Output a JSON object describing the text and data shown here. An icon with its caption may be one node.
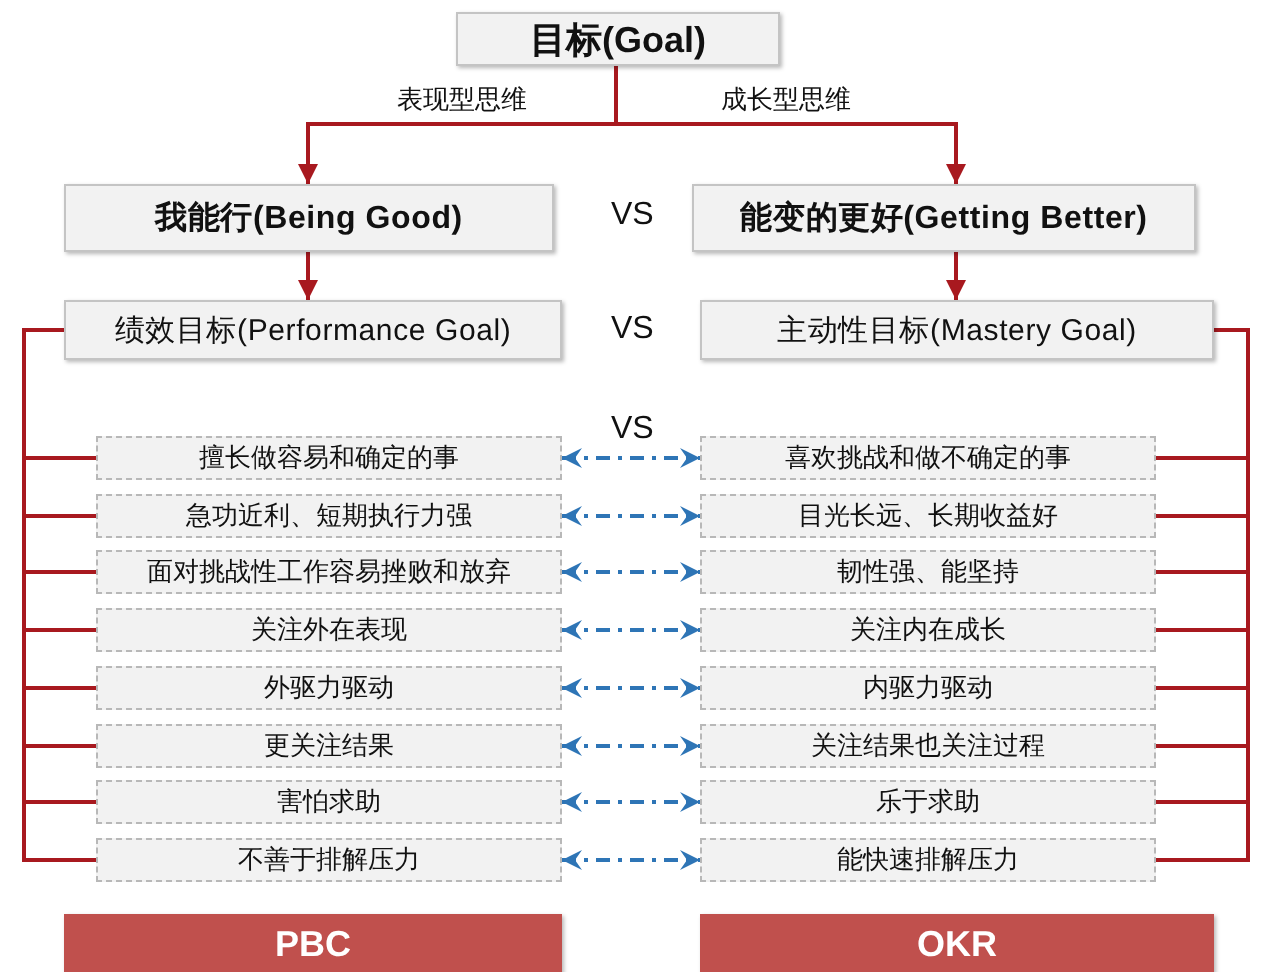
{
  "diagram": {
    "nodes": [
      {
        "text": [
          "目标(Goal)"
        ]
      },
      {
        "text": [
          "我能行(Being Good)"
        ]
      },
      {
        "text": [
          "能变的更好(Getting Better)"
        ]
      },
      {
        "text": [
          "绩效目标(Performance Goal)"
        ]
      },
      {
        "text": [
          "主动性目标(Mastery Goal)"
        ]
      },
      {
        "text": [
          "擅长做容易和确定的事"
        ]
      },
      {
        "text": [
          "喜欢挑战和做不确定的事"
        ]
      },
      {
        "text": [
          "急功近利、短期执行力强"
        ]
      },
      {
        "text": [
          "目光长远、长期收益好"
        ]
      },
      {
        "text": [
          "面对挑战性工作容易挫败和放弃"
        ]
      },
      {
        "text": [
          "韧性强、能坚持"
        ]
      },
      {
        "text": [
          "关注外在表现"
        ]
      },
      {
        "text": [
          "关注内在成长"
        ]
      },
      {
        "text": [
          "外驱力驱动"
        ]
      },
      {
        "text": [
          "内驱力驱动"
        ]
      },
      {
        "text": [
          "更关注结果"
        ]
      },
      {
        "text": [
          "关注结果也关注过程"
        ]
      },
      {
        "text": [
          "害怕求助"
        ]
      },
      {
        "text": [
          "乐于求助"
        ]
      },
      {
        "text": [
          "不善于排解压力"
        ]
      },
      {
        "text": [
          "能快速排解压力"
        ]
      },
      {
        "text": [
          "PBC"
        ]
      },
      {
        "text": [
          "OKR"
        ]
      }
    ],
    "edges": [
      {
        "from": 0,
        "to": 1,
        "arrow": "to",
        "label": "表现型思维"
      },
      {
        "from": 0,
        "to": 2,
        "arrow": "to",
        "label": "成长型思维"
      },
      {
        "from": 1,
        "to": 3,
        "arrow": "to"
      },
      {
        "from": 2,
        "to": 4,
        "arrow": "to"
      },
      {
        "from": 3,
        "to": 5,
        "arrow": "none"
      },
      {
        "from": 3,
        "to": 7,
        "arrow": "none"
      },
      {
        "from": 3,
        "to": 9,
        "arrow": "none"
      },
      {
        "from": 3,
        "to": 11,
        "arrow": "none"
      },
      {
        "from": 3,
        "to": 13,
        "arrow": "none"
      },
      {
        "from": 3,
        "to": 15,
        "arrow": "none"
      },
      {
        "from": 3,
        "to": 17,
        "arrow": "none"
      },
      {
        "from": 3,
        "to": 19,
        "arrow": "none"
      },
      {
        "from": 4,
        "to": 6,
        "arrow": "none"
      },
      {
        "from": 4,
        "to": 8,
        "arrow": "none"
      },
      {
        "from": 4,
        "to": 10,
        "arrow": "none"
      },
      {
        "from": 4,
        "to": 12,
        "arrow": "none"
      },
      {
        "from": 4,
        "to": 14,
        "arrow": "none"
      },
      {
        "from": 4,
        "to": 16,
        "arrow": "none"
      },
      {
        "from": 4,
        "to": 18,
        "arrow": "none"
      },
      {
        "from": 4,
        "to": 20,
        "arrow": "none"
      },
      {
        "from": 5,
        "to": 6,
        "arrow": "both",
        "style": "dashed",
        "color": "#2e75b6"
      },
      {
        "from": 7,
        "to": 8,
        "arrow": "both",
        "style": "dashed",
        "color": "#2e75b6"
      },
      {
        "from": 9,
        "to": 10,
        "arrow": "both",
        "style": "dashed",
        "color": "#2e75b6"
      },
      {
        "from": 11,
        "to": 12,
        "arrow": "both",
        "style": "dashed",
        "color": "#2e75b6"
      },
      {
        "from": 13,
        "to": 14,
        "arrow": "both",
        "style": "dashed",
        "color": "#2e75b6"
      },
      {
        "from": 15,
        "to": 16,
        "arrow": "both",
        "style": "dashed",
        "color": "#2e75b6"
      },
      {
        "from": 17,
        "to": 18,
        "arrow": "both",
        "style": "dashed",
        "color": "#2e75b6"
      },
      {
        "from": 19,
        "to": 20,
        "arrow": "both",
        "style": "dashed",
        "color": "#2e75b6"
      }
    ],
    "labels": [
      "VS",
      "VS",
      "VS"
    ]
  }
}
